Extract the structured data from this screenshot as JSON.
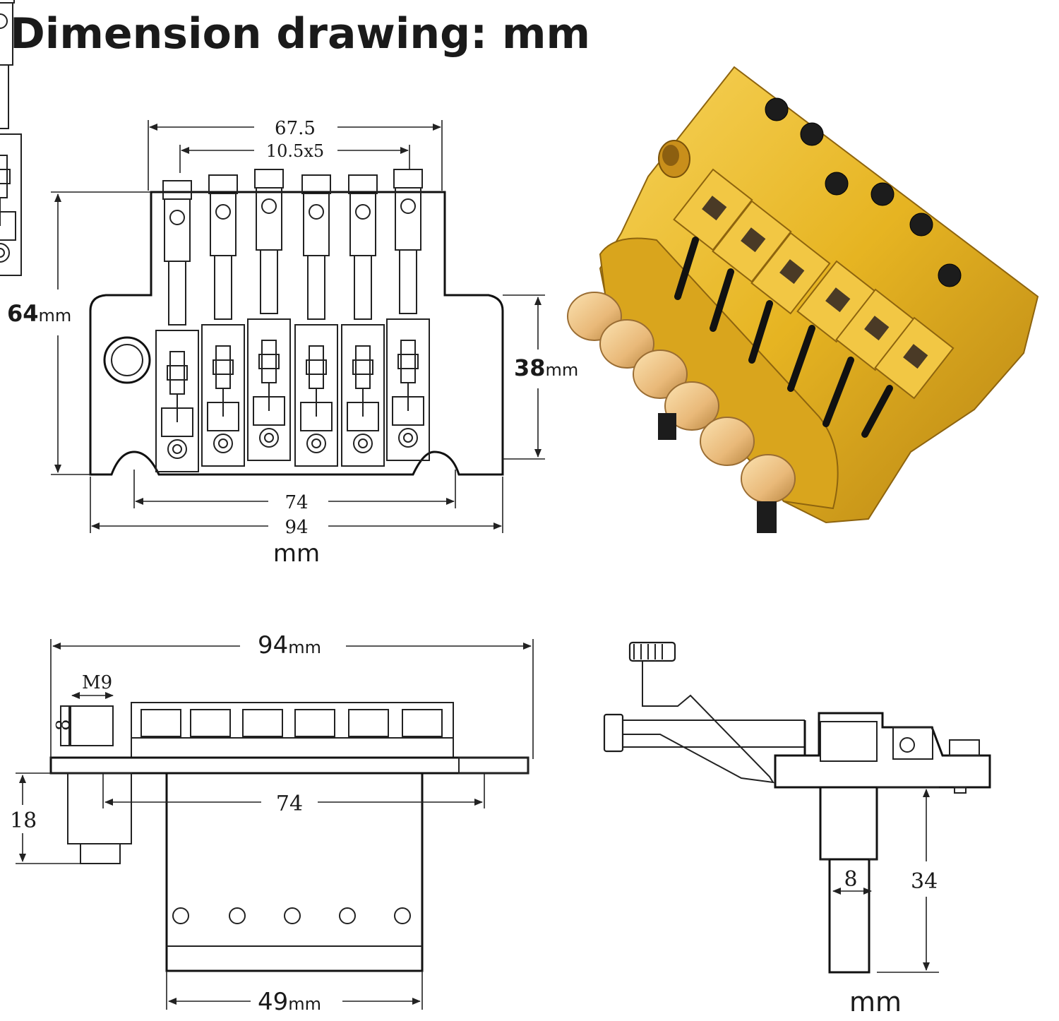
{
  "title": "Dimension drawing: mm",
  "top_view": {
    "width_outer": "67.5",
    "saddle_spacing": "10.5x5",
    "height": "64",
    "height_unit": "mm",
    "body_height": "38",
    "body_height_unit": "mm",
    "post_spacing": "74",
    "width_total": "94",
    "unit": "mm"
  },
  "side_view": {
    "width": "94",
    "width_unit": "mm",
    "thread": "M9",
    "post_dim": "8",
    "post_height": "18",
    "post_spacing": "74",
    "block_width": "49",
    "block_width_unit": "mm"
  },
  "end_view": {
    "block_thickness": "8",
    "block_depth": "34",
    "unit": "mm"
  },
  "colors": {
    "gold": "#e6b422",
    "gold_dark": "#a87a12",
    "line": "#222222"
  }
}
